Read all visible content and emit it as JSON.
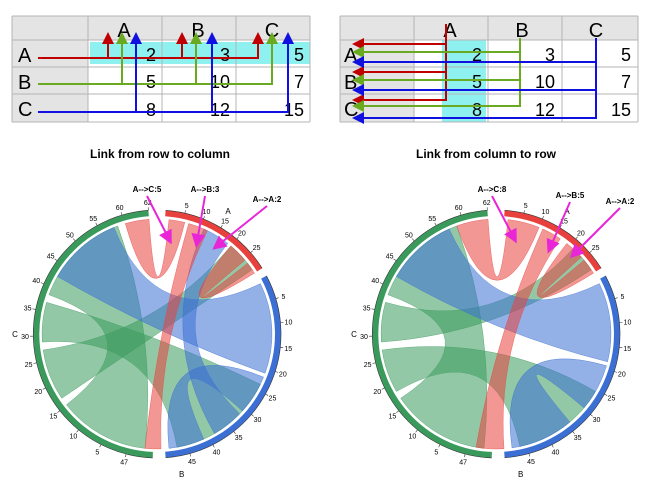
{
  "left_matrix": {
    "col_headers": [
      "A",
      "B",
      "C"
    ],
    "row_headers": [
      "A",
      "B",
      "C"
    ],
    "cells": [
      [
        "2",
        "3",
        "5"
      ],
      [
        "5",
        "10",
        "7"
      ],
      [
        "8",
        "12",
        "15"
      ]
    ]
  },
  "right_matrix": {
    "col_headers": [
      "A",
      "B",
      "C"
    ],
    "row_headers": [
      "A",
      "B",
      "C"
    ],
    "cells": [
      [
        "2",
        "3",
        "5"
      ],
      [
        "5",
        "10",
        "7"
      ],
      [
        "8",
        "12",
        "15"
      ]
    ]
  },
  "left_chord": {
    "title": "Link from row to column",
    "segment_labels": [
      "A",
      "B",
      "C"
    ],
    "annotations": [
      "A-->C:5",
      "A-->B:3",
      "A-->A:2"
    ],
    "ticks": {
      "A": [
        "5",
        "10",
        "15",
        "20",
        "25"
      ],
      "B": [
        "5",
        "10",
        "15",
        "20",
        "25",
        "30",
        "35",
        "40",
        "45"
      ],
      "C": [
        "47",
        "5",
        "10",
        "15",
        "20",
        "25",
        "30",
        "35",
        "40",
        "45",
        "50",
        "55",
        "60",
        "62"
      ]
    }
  },
  "right_chord": {
    "title": "Link from column to row",
    "segment_labels": [
      "A",
      "B",
      "C"
    ],
    "annotations": [
      "A-->C:8",
      "A-->B:5",
      "A-->A:2"
    ],
    "ticks": {
      "A": [
        "5",
        "10",
        "15",
        "20",
        "25"
      ],
      "B": [
        "5",
        "10",
        "15",
        "20",
        "25",
        "30",
        "35",
        "40",
        "45"
      ],
      "C": [
        "47",
        "5",
        "10",
        "15",
        "20",
        "25",
        "30",
        "35",
        "40",
        "45",
        "50",
        "55",
        "60",
        "62"
      ]
    }
  },
  "colors": {
    "A": "#e8413d",
    "B": "#3b6fd4",
    "C": "#3a9a5c",
    "annotation": "#e826d8",
    "highlight": "#8ff0f0"
  }
}
